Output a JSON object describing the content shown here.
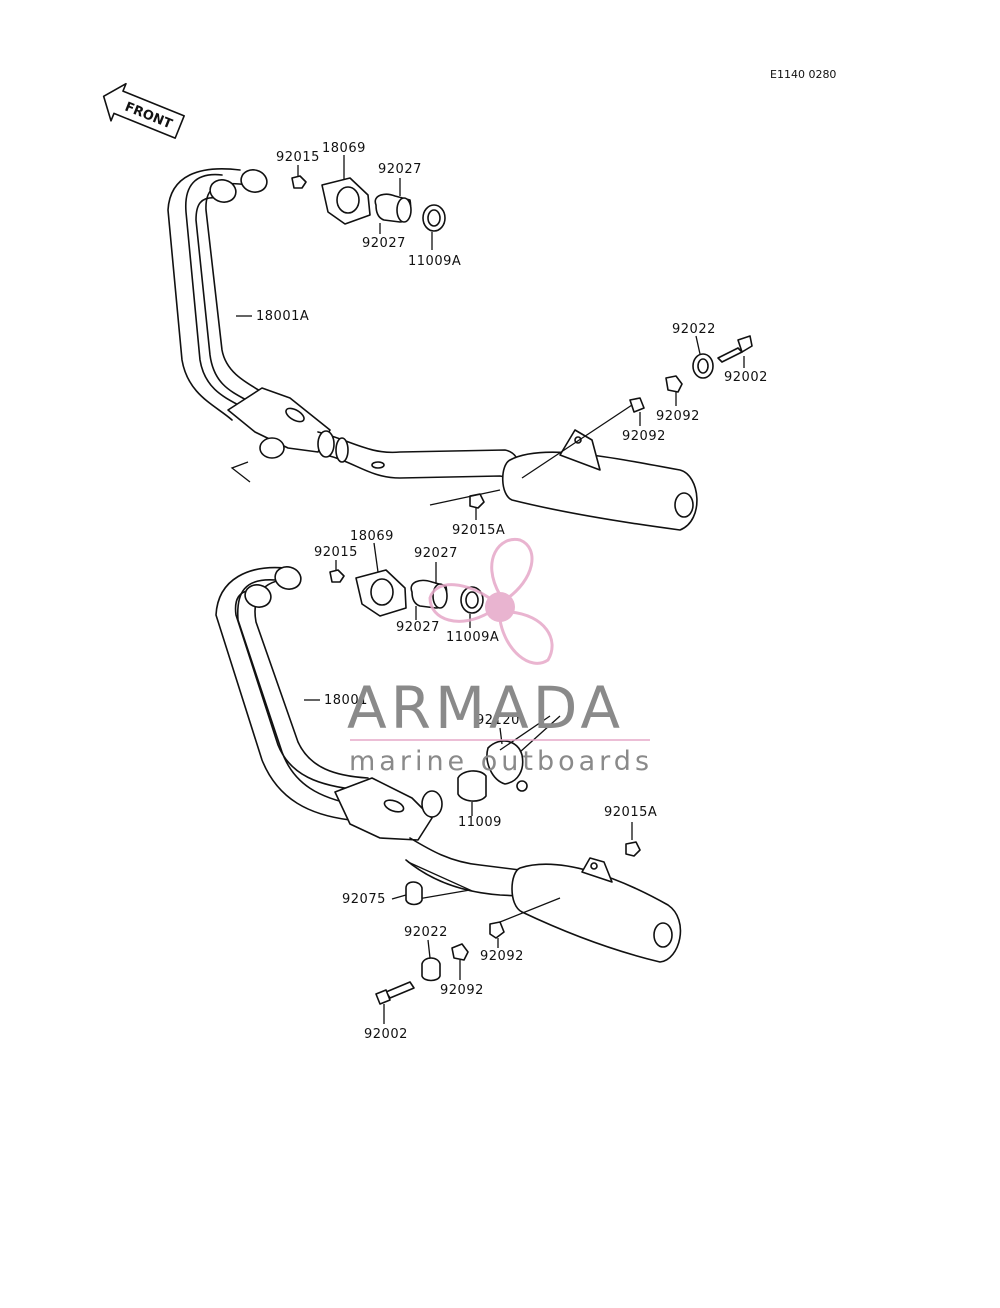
{
  "diagram": {
    "ref_code": "E1140 0280",
    "front_label": "FRONT",
    "upper": {
      "labels": {
        "p92015": "92015",
        "p18069": "18069",
        "p92027_top": "92027",
        "p92027_bot": "92027",
        "p11009A": "11009A",
        "p18001A": "18001A",
        "p92022": "92022",
        "p92002": "92002",
        "p92092_a": "92092",
        "p92092_b": "92092",
        "p92015A": "92015A"
      }
    },
    "lower": {
      "labels": {
        "p92015": "92015",
        "p18069": "18069",
        "p92027_top": "92027",
        "p92027_bot": "92027",
        "p11009A": "11009A",
        "p18001": "18001",
        "p92120": "92120",
        "p11009": "11009",
        "p92015A": "92015A",
        "p92075": "92075",
        "p92022": "92022",
        "p92092_a": "92092",
        "p92092_b": "92092",
        "p92002": "92002"
      }
    }
  },
  "watermark": {
    "brand": "ARMADA",
    "tagline": "marine outboards",
    "logo_color": "#e6a8c8",
    "text_color": "#8a8a8a"
  }
}
